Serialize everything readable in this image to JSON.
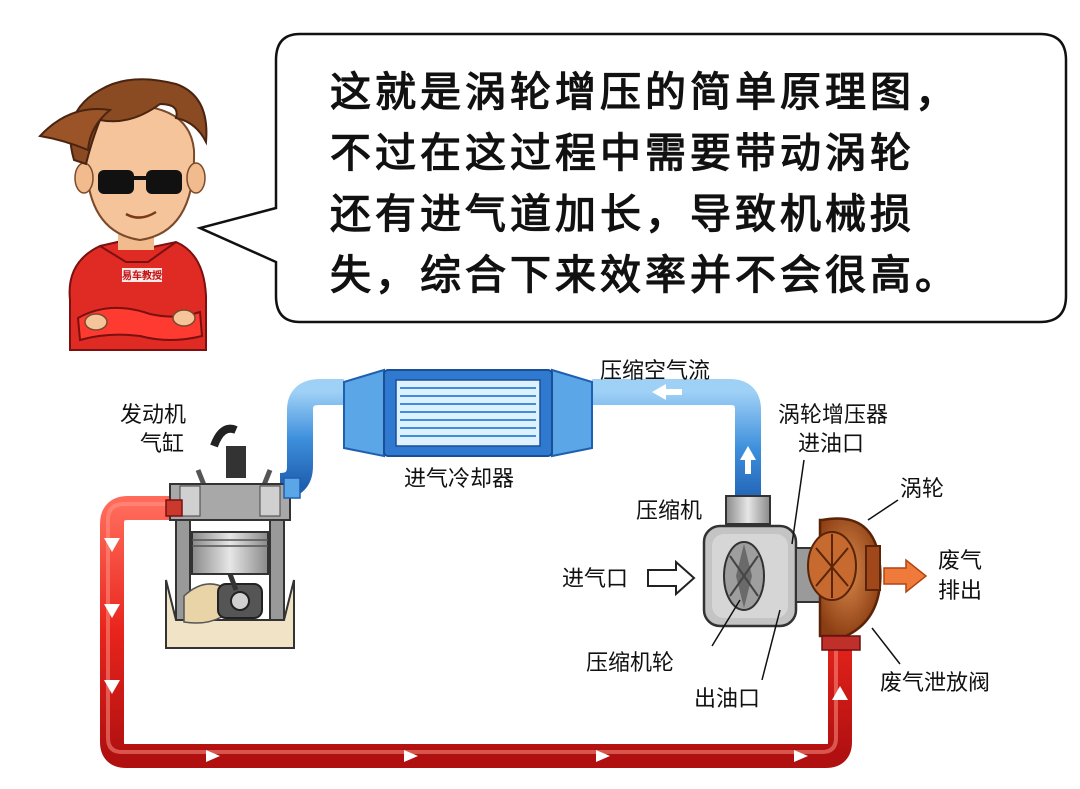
{
  "speech": {
    "lines": [
      "这就是涡轮增压的简单原理图，",
      "不过在这过程中需要带动涡轮",
      "还有进气道加长，导致机械损",
      "失，综合下来效率并不会很高。"
    ]
  },
  "character": {
    "badge_text": "易车教授"
  },
  "diagram": {
    "labels": {
      "engine_line1": "发动机",
      "engine_line2": "气缸",
      "compressed_air": "压缩空气流",
      "intercooler": "进气冷却器",
      "turbo_oil_in_line1": "涡轮增压器",
      "turbo_oil_in_line2": "进油口",
      "turbine": "涡轮",
      "compressor": "压缩机",
      "air_inlet": "进气口",
      "exhaust_line1": "废气",
      "exhaust_line2": "排出",
      "compressor_wheel": "压缩机轮",
      "oil_out": "出油口",
      "wastegate": "废气泄放阀"
    },
    "colors": {
      "intake_pipe": "#3d8fdc",
      "exhaust_pipe": "#e8241c",
      "turbine_housing": "#a8521e",
      "compressor_housing": "#b8b8b8",
      "exhaust_arrow": "#f07a3c"
    }
  }
}
